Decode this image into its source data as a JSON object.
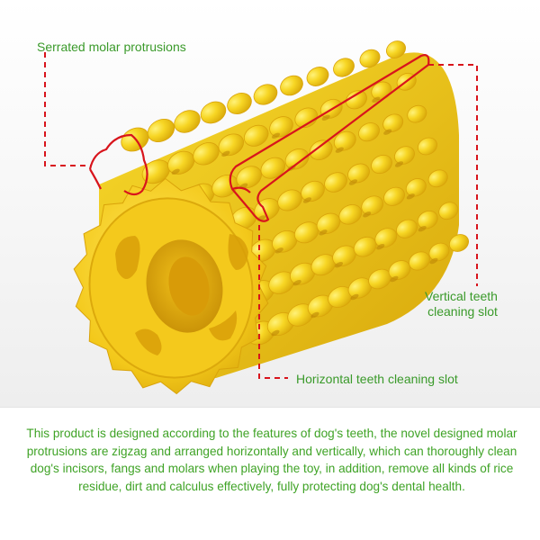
{
  "callouts": {
    "serrated_molar": "Serrated molar protrusions",
    "vertical_slot_line1": "Vertical teeth",
    "vertical_slot_line2": "cleaning slot",
    "horizontal_slot": "Horizontal teeth cleaning slot"
  },
  "description": "This product is designed according to the features of dog's teeth, the novel designed molar protrusions are zigzag and arranged horizontally and vertically, which can thoroughly clean dog's incisors, fangs and molars when playing the toy, in addition, remove all kinds of rice residue, dirt and calculus effectively, fully protecting dog's dental health.",
  "colors": {
    "toy_yellow": "#f6d21e",
    "toy_shadow": "#dcae0c",
    "callout_red": "#d8141c",
    "text_green": "#3a9a2a"
  }
}
